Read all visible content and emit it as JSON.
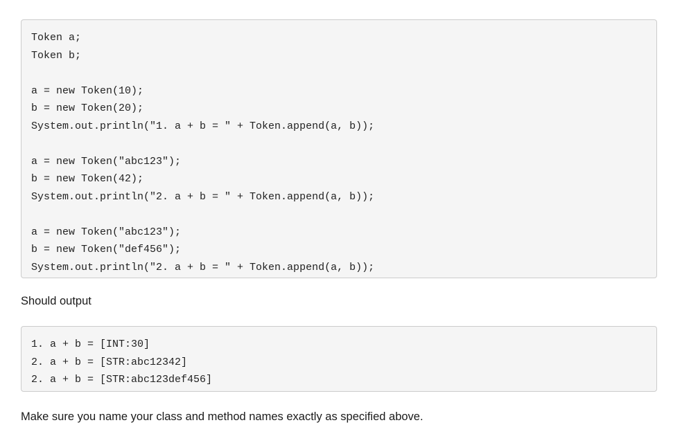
{
  "code_main": {
    "lines": [
      "Token a;",
      "Token b;",
      "",
      "a = new Token(10);",
      "b = new Token(20);",
      "System.out.println(\"1. a + b = \" + Token.append(a, b));",
      "",
      "a = new Token(\"abc123\");",
      "b = new Token(42);",
      "System.out.println(\"2. a + b = \" + Token.append(a, b));",
      "",
      "a = new Token(\"abc123\");",
      "b = new Token(\"def456\");",
      "System.out.println(\"2. a + b = \" + Token.append(a, b));"
    ]
  },
  "output_label": "Should output",
  "code_output": {
    "lines": [
      "1. a + b = [INT:30]",
      "2. a + b = [STR:abc12342]",
      "2. a + b = [STR:abc123def456]"
    ]
  },
  "closing_note": "Make sure you name your class and method names exactly as specified above."
}
